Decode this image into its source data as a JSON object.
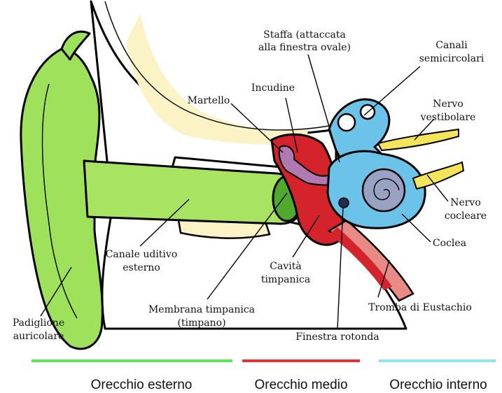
{
  "labels": {
    "staffa_1": "Staffa (attaccata",
    "staffa_2": "alla finestra ovale)",
    "canali_1": "Canali",
    "canali_2": "semicircolari",
    "incudine": "Incudine",
    "martello": "Martello",
    "nervo_vest_1": "Nervo",
    "nervo_vest_2": "vestibolare",
    "nervo_coc_1": "Nervo",
    "nervo_coc_2": "cocleare",
    "coclea": "Coclea",
    "canale_1": "Canale uditivo",
    "canale_2": "esterno",
    "cavita_1": "Cavità",
    "cavita_2": "timpanica",
    "tromba": "Tromba di Eustachio",
    "membrana_1": "Membrana timpanica",
    "membrana_2": "(timpano)",
    "padiglione_1": "Padiglione",
    "padiglione_2": "auricolare",
    "finestra_rotonda": "Finestra rotonda"
  },
  "sections": [
    {
      "name": "Orecchio esterno",
      "color": "#5fe35a"
    },
    {
      "name": "Orecchio medio",
      "color": "#d9353a"
    },
    {
      "name": "Orecchio interno",
      "color": "#8fe4f0"
    }
  ],
  "colors": {
    "outer_ear": "#9ee25c",
    "canal": "#a8e462",
    "bone": "#fbf3c6",
    "middle_ear": "#d4232b",
    "ossicles": "#b07ab0",
    "inner_ear": "#6cc3ea",
    "cochlea": "#9aa2c4",
    "nerve": "#f3e45a",
    "eustachian": "#e88a86"
  }
}
